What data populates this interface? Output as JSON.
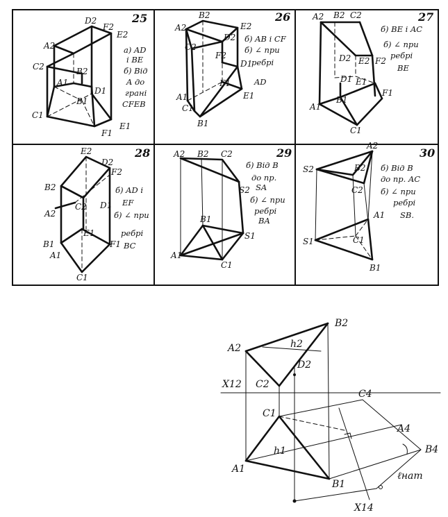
{
  "cells": [
    {
      "number": "25",
      "task": [
        "а) AD",
        "і BE",
        "б) Від",
        "A до",
        "грані",
        "CFEB"
      ],
      "labels": {
        "D2": "D2",
        "F2": "F2",
        "E2": "E2",
        "A2": "A2",
        "C2": "C2",
        "B2": "B2",
        "A1": "A1",
        "D1": "D1",
        "B1": "B1",
        "C1": "C1",
        "F1": "F1",
        "E1": "E1"
      }
    },
    {
      "number": "26",
      "task": [
        "б) AB і CF",
        "б) ∠ при",
        "ребрі",
        "AD"
      ],
      "labels": {
        "A2": "A2",
        "B2": "B2",
        "E2": "E2",
        "C2": "C2",
        "D2": "D2",
        "F2": "F2",
        "D1": "D1",
        "F1": "F1",
        "A1": "A1",
        "E1": "E1",
        "C1": "C1",
        "B1": "B1"
      }
    },
    {
      "number": "27",
      "task": [
        "б) BE і AC",
        "б) ∠ при",
        "ребрі",
        "BE"
      ],
      "labels": {
        "A2": "A2",
        "B2": "B2",
        "C2": "C2",
        "D2": "D2",
        "E2": "E2",
        "F2": "F2",
        "D1": "D1",
        "E1": "E1",
        "F1": "F1",
        "A1": "A1",
        "B1": "B1",
        "C1": "C1"
      }
    },
    {
      "number": "28",
      "task": [
        "б) AD і",
        "EF",
        "б) ∠ при",
        "ребрі",
        "BC"
      ],
      "labels": {
        "E2": "E2",
        "D2": "D2",
        "F2": "F2",
        "B2": "B2",
        "C2": "C2",
        "A2": "A2",
        "D1": "D1",
        "E1": "E1",
        "F1": "F1",
        "B1": "B1",
        "A1": "A1",
        "C1": "C1"
      }
    },
    {
      "number": "29",
      "task": [
        "б) Від B",
        "до пр.",
        "SA",
        "б) ∠ при",
        "ребрі",
        "BA"
      ],
      "labels": {
        "A2": "A2",
        "B2": "B2",
        "C2": "C2",
        "S2": "S2",
        "B1": "B1",
        "S1": "S1",
        "A1": "A1",
        "C1": "C1"
      }
    },
    {
      "number": "30",
      "task": [
        "б) Від B",
        "до пр. AC",
        "б) ∠ при",
        "ребрі",
        "SB."
      ],
      "labels": {
        "A2": "A2",
        "S2": "S2",
        "B2": "B2",
        "C2": "C2",
        "A1": "A1",
        "S1": "S1",
        "C1": "C1",
        "B1": "B1"
      }
    }
  ],
  "bottom": {
    "labels": {
      "B2": "B2",
      "A2": "A2",
      "h2": "h2",
      "D2": "D2",
      "X12": "X12",
      "C2": "C2",
      "C4": "C4",
      "C1": "C1",
      "A4": "A4",
      "B4": "B4",
      "h1": "h1",
      "A1": "A1",
      "B1": "B1",
      "lnat": "ℓнат",
      "X14": "X14"
    }
  }
}
